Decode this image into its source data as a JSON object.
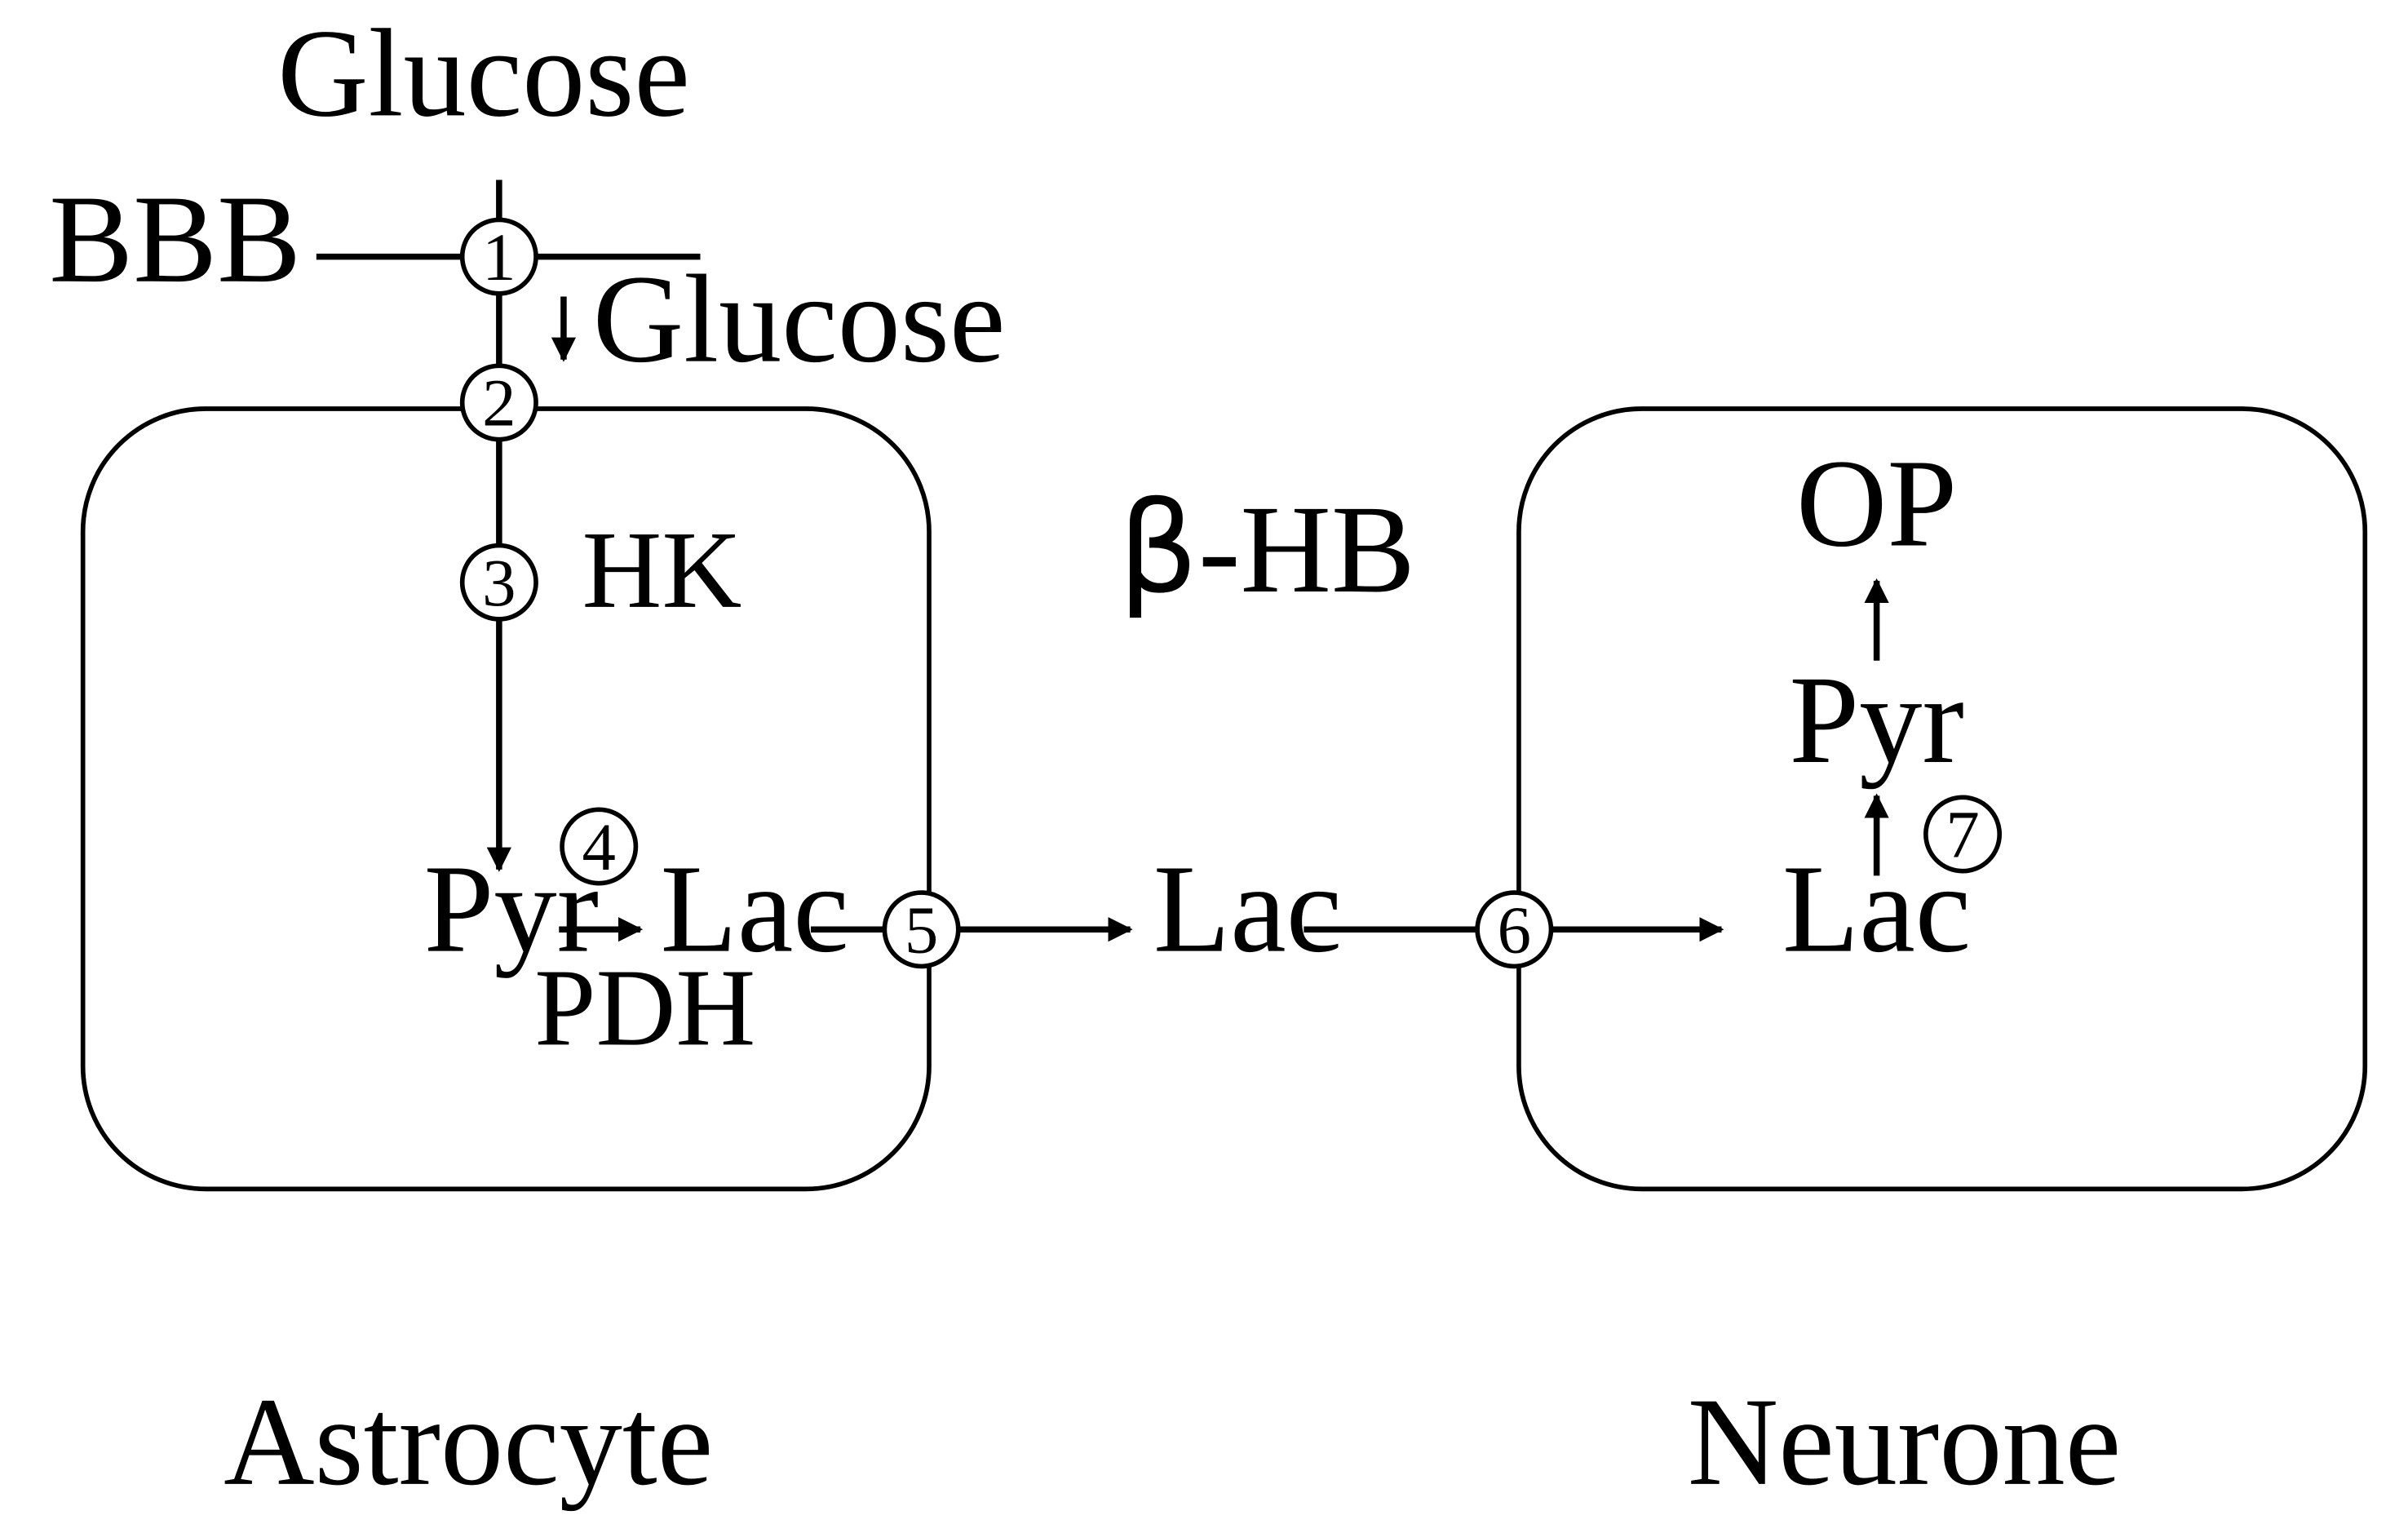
{
  "labels": {
    "glucose_outside": "Glucose",
    "bbb": "BBB",
    "glucose_inside": "Glucose",
    "hk": "HK",
    "pdh": "PDH",
    "beta_symbol": "β",
    "hb": "-HB",
    "astro_pyr": "Pyr",
    "astro_lac": "Lac",
    "extracellular_lac": "Lac",
    "neuron_lac": "Lac",
    "neuron_pyr": "Pyr",
    "op": "OP",
    "astrocyte": "Astrocyte",
    "neurone": "Neurone"
  },
  "steps": [
    "1",
    "2",
    "3",
    "4",
    "5",
    "6",
    "7"
  ]
}
